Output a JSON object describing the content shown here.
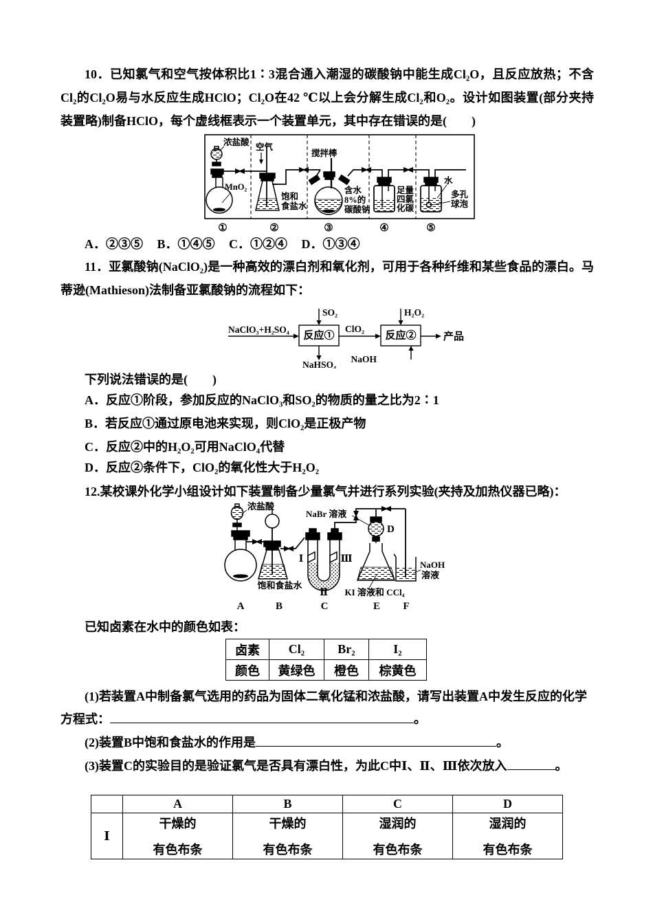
{
  "q10": {
    "stem": "10．已知氯气和空气按体积比1∶3混合通入潮湿的碳酸钠中能生成Cl₂O，且反应放热；不含Cl₂的Cl₂O易与水反应生成HClO；Cl₂O在42 ℃以上会分解生成Cl₂和O₂。设计如图装置(部分夹持装置略)制备HClO，每个虚线框表示一个装置单元，其中存在错误的是(　　)",
    "apparatus": {
      "u1_reagent": "浓盐酸",
      "u1_solid": "MnO₂",
      "u2_gas": "空气",
      "u2_liquid1": "饱和",
      "u2_liquid2": "食盐水",
      "u3_rod": "搅拌棒",
      "u3_l1": "含水",
      "u3_l2": "8%的",
      "u3_l3": "碳酸钠",
      "u4_l1": "足量",
      "u4_l2": "四氯",
      "u4_l3": "化碳",
      "u5_water": "水",
      "u5_l1": "多孔",
      "u5_l2": "球泡",
      "n1": "①",
      "n2": "②",
      "n3": "③",
      "n4": "④",
      "n5": "⑤"
    },
    "options": {
      "a": "A．②③⑤",
      "b": "B．①④⑤",
      "c": "C．①②④",
      "d": "D．①③④"
    }
  },
  "q11": {
    "stem": "11．亚氯酸钠(NaClO₂)是一种高效的漂白剂和氧化剂，可用于各种纤维和某些食品的漂白。马蒂逊(Mathieson)法制备亚氯酸钠的流程如下：",
    "flow": {
      "feed": "NaClO₃+H₂SO₄",
      "so2": "SO₂",
      "box1": "反应①",
      "byproduct": "NaHSO₄",
      "mid": "ClO₂",
      "h2o2": "H₂O₂",
      "box2": "反应②",
      "naoh": "NaOH",
      "product": "产品"
    },
    "prompt": "下列说法错误的是(　　)",
    "options": [
      "A．反应①阶段，参加反应的NaClO₃和SO₂的物质的量之比为2∶1",
      "B．若反应①通过原电池来实现，则ClO₂是正极产物",
      "C．反应②中的H₂O₂可用NaClO₄代替",
      "D．反应②条件下，ClO₂的氧化性大于H₂O₂"
    ]
  },
  "q12": {
    "stem": "12.某校课外化学小组设计如下装置制备少量氯气并进行系列实验(夹持及加热仪器已略)：",
    "apparatus": {
      "hcl": "浓盐酸",
      "nabr": "NaBr 溶液",
      "d_label": "D",
      "brine": "饱和食盐水",
      "roman1": "Ⅰ",
      "roman2": "Ⅱ",
      "roman3": "Ⅲ",
      "ki": "KI 溶液和 CCl₄",
      "naoh1": "NaOH",
      "naoh2": "溶液",
      "a": "A",
      "b": "B",
      "c": "C",
      "e": "E",
      "f": "F"
    },
    "table_intro": "已知卤素在水中的颜色如表：",
    "halogen_table": {
      "r1": [
        "卤素",
        "Cl₂",
        "Br₂",
        "I₂"
      ],
      "r2": [
        "颜色",
        "黄绿色",
        "橙色",
        "棕黄色"
      ]
    },
    "sub1a": "(1)若装置A中制备氯气选用的药品为固体二氧化锰和浓盐酸，请写出装置A中发生反应的化学",
    "sub1b": "方程式：",
    "period": "。",
    "sub2": "(2)装置B中饱和食盐水的作用是",
    "sub3": "(3)装置C的实验目的是验证氯气是否具有漂白性，为此C中Ⅰ、Ⅱ、Ⅲ依次放入",
    "exp_table": {
      "h": [
        "A",
        "B",
        "C",
        "D"
      ],
      "row1_label": "Ⅰ",
      "cells": [
        [
          "干燥的",
          "有色布条"
        ],
        [
          "干燥的",
          "有色布条"
        ],
        [
          "湿润的",
          "有色布条"
        ],
        [
          "湿润的",
          "有色布条"
        ]
      ]
    }
  }
}
